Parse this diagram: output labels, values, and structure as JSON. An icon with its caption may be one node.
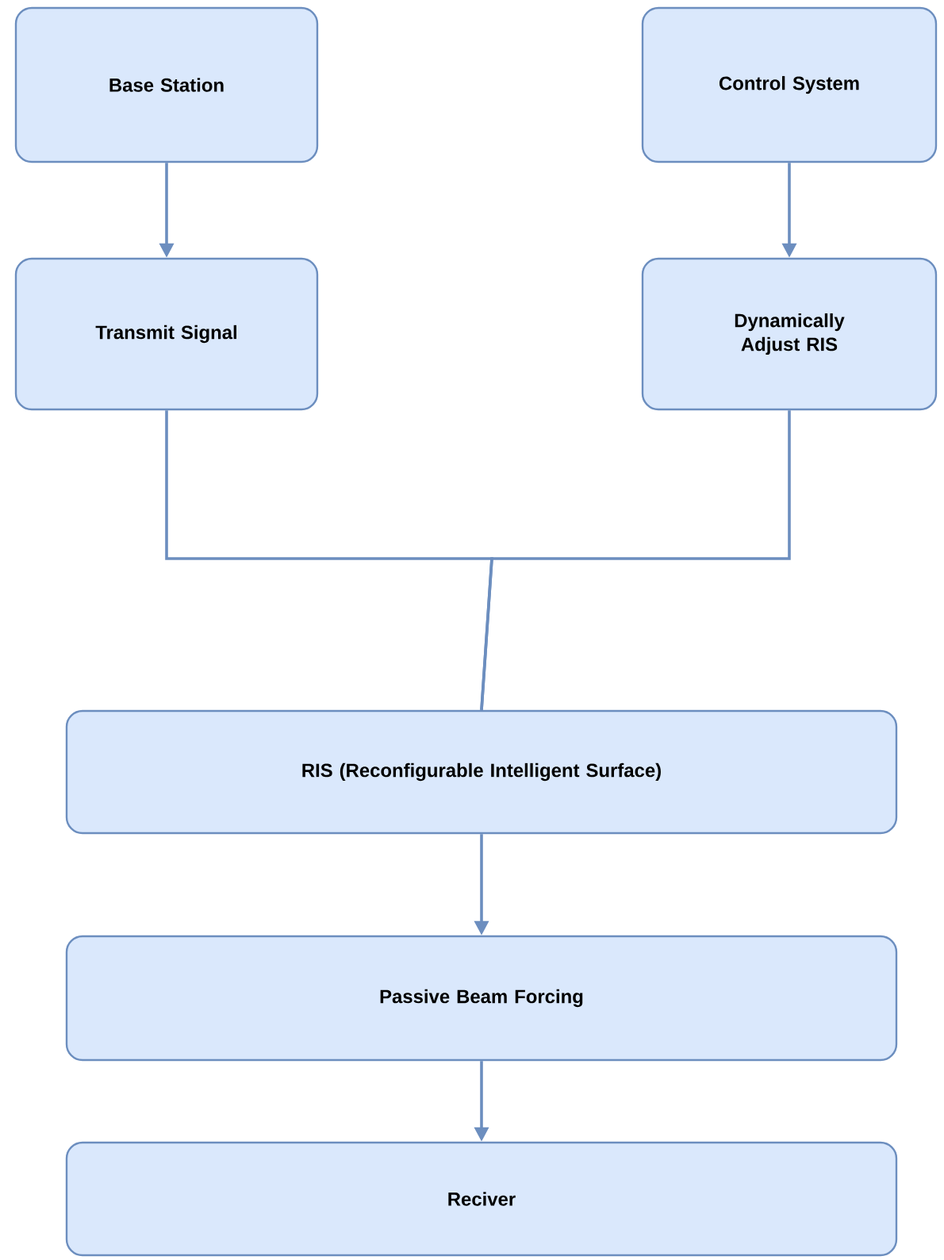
{
  "diagram": {
    "nodes": [
      {
        "text": [
          "Base Station"
        ]
      },
      {
        "text": [
          "Control System"
        ]
      },
      {
        "text": [
          "Transmit Signal"
        ]
      },
      {
        "text": [
          "Dynamically Adjust RIS"
        ]
      },
      {
        "text": [
          "RIS (Reconfigurable Intelligent Surface)"
        ]
      },
      {
        "text": [
          "Passive Beam Forcing"
        ]
      },
      {
        "text": [
          "Reciver"
        ]
      }
    ],
    "edges": [
      {
        "from": 0,
        "to": 2,
        "arrow": "to"
      },
      {
        "from": 1,
        "to": 3,
        "arrow": "to"
      },
      {
        "from": 2,
        "to": 4,
        "arrow": "none"
      },
      {
        "from": 3,
        "to": 4,
        "arrow": "none"
      },
      {
        "from": 4,
        "to": 5,
        "arrow": "to"
      },
      {
        "from": 5,
        "to": 6,
        "arrow": "to"
      }
    ]
  }
}
